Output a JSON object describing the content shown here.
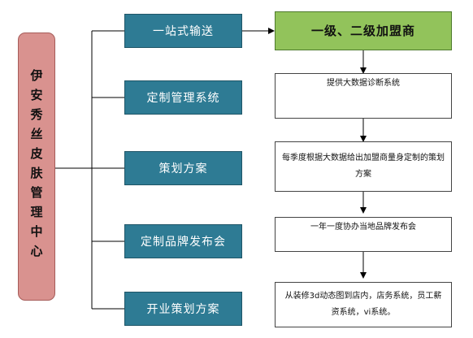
{
  "root": {
    "label": "伊安秀丝皮肤管理中心"
  },
  "services": [
    {
      "label": "一站式输送"
    },
    {
      "label": "定制管理系统"
    },
    {
      "label": "策划方案"
    },
    {
      "label": "定制品牌发布会"
    },
    {
      "label": "开业策划方案"
    }
  ],
  "details": [
    {
      "label": "一级、二级加盟商"
    },
    {
      "label": "提供大数据诊断系统"
    },
    {
      "label": "每季度根据大数据给出加盟商量身定制的策划方案"
    },
    {
      "label": "一年一度协办当地品牌发布会"
    },
    {
      "label": "从装修3d动态图到店内，店务系统，员工薪资系统，vi系统。"
    }
  ],
  "colors": {
    "root_fill": "#d9928f",
    "service_fill": "#2e7b94",
    "highlight_fill": "#92c35b",
    "connector": "#000000"
  }
}
